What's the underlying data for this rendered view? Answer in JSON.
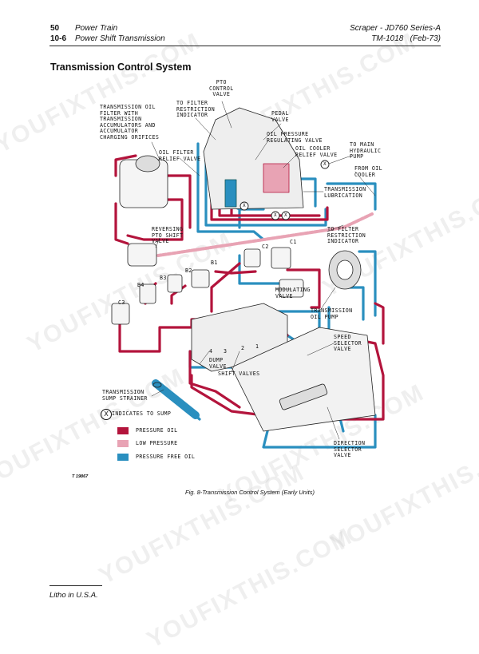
{
  "header": {
    "page_number": "50",
    "section_left": "Power Train",
    "sub_number": "10-6",
    "subsection_left": "Power Shift Transmission",
    "manual_right": "Scraper - JD760 Series-A",
    "tm_right": "TM-1018   (Feb-73)"
  },
  "title": "Transmission Control System",
  "labels": {
    "pto_control_valve": "PTO\nCONTROL\nVALVE",
    "trans_oil_filter": "TRANSMISSION OIL\nFILTER WITH\nTRANSMISSION\nACCUMULATORS AND\nACCUMULATOR\nCHARGING ORIFICES",
    "to_filter_restriction_top": "TO FILTER\nRESTRICTION\nINDICATOR",
    "pedal_valve": "PEDAL\nVALVE",
    "oil_pressure_reg": "OIL PRESSURE\nREGULATING VALVE",
    "oil_filter_relief": "OIL FILTER\nRELIEF VALVE",
    "oil_cooler_relief": "OIL COOLER\nRELIEF VALVE",
    "to_main_hydraulic": "TO MAIN\nHYDRAULIC\nPUMP",
    "from_oil_cooler": "FROM OIL\nCOOLER",
    "transmission_lubrication": "TRANSMISSION\nLUBRICATION",
    "reversing_pto": "REVERSING\nPTO SHIFT\nVALVE",
    "to_filter_restriction_right": "TO FILTER\nRESTRICTION\nINDICATOR",
    "c1": "C1",
    "c2": "C2",
    "b1": "B1",
    "b2": "B2",
    "b3": "B3",
    "b4": "B4",
    "c3": "C3",
    "modulating_valve": "MODULATING\nVALVE",
    "trans_oil_pump": "TRANSMISSION\nOIL PUMP",
    "speed_selector": "SPEED\nSELECTOR\nVALVE",
    "dump_valve": "DUMP\nVALVE",
    "shift_valves": "SHIFT VALVES",
    "sump_strainer": "TRANSMISSION\nSUMP STRAINER",
    "direction_selector": "DIRECTION\nSELECTOR\nVALVE",
    "x_mark": "X",
    "valve_nums": [
      "4",
      "3",
      "2",
      "1"
    ]
  },
  "legend": {
    "sump_note": "INDICATES TO SUMP",
    "items": [
      {
        "label": "PRESSURE OIL",
        "color": "#b3143c"
      },
      {
        "label": "LOW PRESSURE",
        "color": "#e8a3b4"
      },
      {
        "label": "PRESSURE FREE OIL",
        "color": "#2a8fbf"
      }
    ]
  },
  "figure_number": "T 19867",
  "caption": "Fig. 8-Transmission Control System (Early Units)",
  "footer": "Litho in U.S.A.",
  "watermark": "YOUFIXTHIS.COM"
}
